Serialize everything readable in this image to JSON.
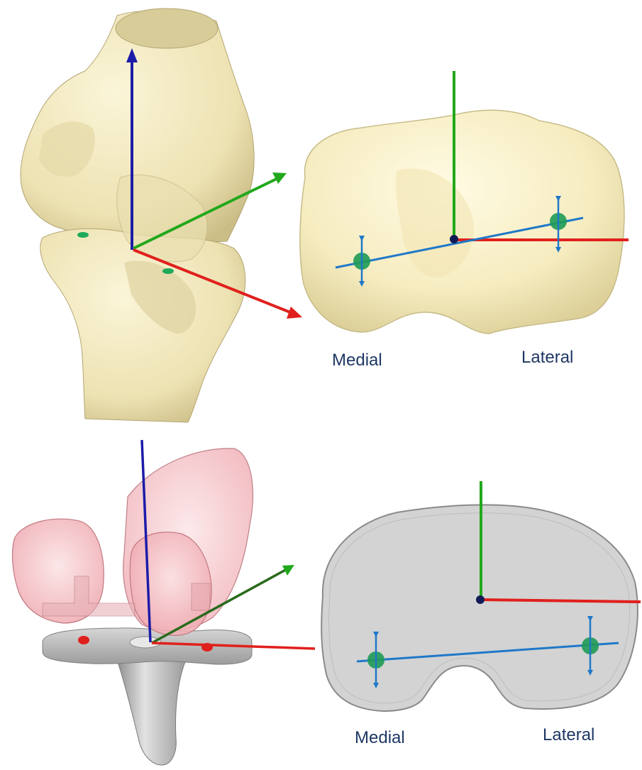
{
  "labels": {
    "top_medial": "Medial",
    "top_lateral": "Lateral",
    "bottom_medial": "Medial",
    "bottom_lateral": "Lateral"
  },
  "colors": {
    "bone": "#f4ecc4",
    "bone_shade": "#c9bd8a",
    "bone_edge": "#a89a6a",
    "implant_pink": "#f2b8bd",
    "implant_edge": "#b97880",
    "tibial_tray": "#c8c8c8",
    "tray_shade": "#8c8c8c",
    "axis_x": "#e0201c",
    "axis_y": "#22a81c",
    "axis_z": "#1c1ca8",
    "line_blue": "#1f78c8",
    "marker_green": "#1e9a55",
    "origin": "#111a55",
    "text": "#1f3864"
  }
}
